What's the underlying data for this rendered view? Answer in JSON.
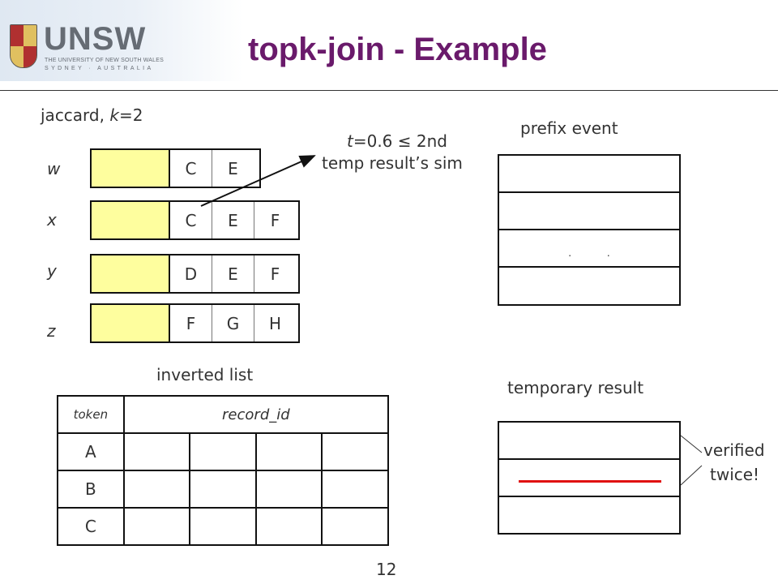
{
  "header": {
    "logo_text": "UNSW",
    "logo_subtitle_1": "THE UNIVERSITY OF NEW SOUTH WALES",
    "logo_subtitle_2": "SYDNEY · AUSTRALIA",
    "title": "topk-join - Example"
  },
  "params": {
    "prefix": "jaccard, ",
    "k_var": "k",
    "k_rest": "=2"
  },
  "annotation": {
    "line1_var": "t",
    "line1_rest": "=0.6 ≤ 2nd",
    "line2": "temp result’s sim"
  },
  "records": [
    {
      "label": "w",
      "tokens": [
        "C",
        "E"
      ]
    },
    {
      "label": "x",
      "tokens": [
        "C",
        "E",
        "F"
      ]
    },
    {
      "label": "y",
      "tokens": [
        "D",
        "E",
        "F"
      ]
    },
    {
      "label": "z",
      "tokens": [
        "F",
        "G",
        "H"
      ]
    }
  ],
  "prefix_event": {
    "label": "prefix event",
    "rows": [
      "",
      "",
      ". .",
      ""
    ]
  },
  "inverted_list": {
    "label": "inverted list",
    "header_token": "token",
    "header_record": "record_id",
    "tokens": [
      "A",
      "B",
      "C"
    ]
  },
  "temp_result": {
    "label": "temporary result",
    "rows": [
      "",
      "",
      ""
    ]
  },
  "note": {
    "line1": "verified",
    "line2": "twice!"
  },
  "colors": {
    "title": "#6a1a6b",
    "highlight": "#fefe9e",
    "strike": "#e01010"
  },
  "page_number": "12"
}
